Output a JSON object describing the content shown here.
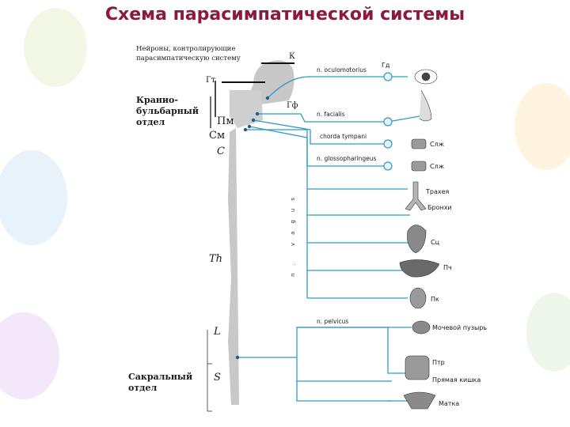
{
  "title": "Схема парасимпатической системы",
  "colors": {
    "title": "#8b1a3c",
    "nerve": "#2f9bc4",
    "spine": "#c8c8c8"
  },
  "notes": {
    "neurons": "Нейроны, контролирующие парасимпатическую систему",
    "cranio": "Кранио-бульбарный отдел",
    "sacral": "Сакральный отдел"
  },
  "brain_labels": {
    "k": "К",
    "gt": "Гт",
    "gf": "Гф",
    "pm": "Пм",
    "sm": "См"
  },
  "segments": {
    "c": "C",
    "th": "Th",
    "l": "L",
    "s": "S"
  },
  "vagus_label": "n. vagus",
  "nerves": {
    "oculomotorius": "n. oculomotorius",
    "facialis": "n. facialis",
    "chorda": "chorda tympani",
    "glosso": "n. glossopharingeus",
    "pelvicus": "n. pelvicus"
  },
  "organs": {
    "gd": "Гд",
    "slzh1": "Слж",
    "slzh2": "Слж",
    "trachea": "Трахея",
    "bronchi": "Бронхи",
    "heart": "Сц",
    "liver": "Пч",
    "kidney": "Пк",
    "bladder": "Мочевой пузырь",
    "intestine": "Птр",
    "rectum": "Прямая кишка",
    "uterus": "Матка"
  }
}
